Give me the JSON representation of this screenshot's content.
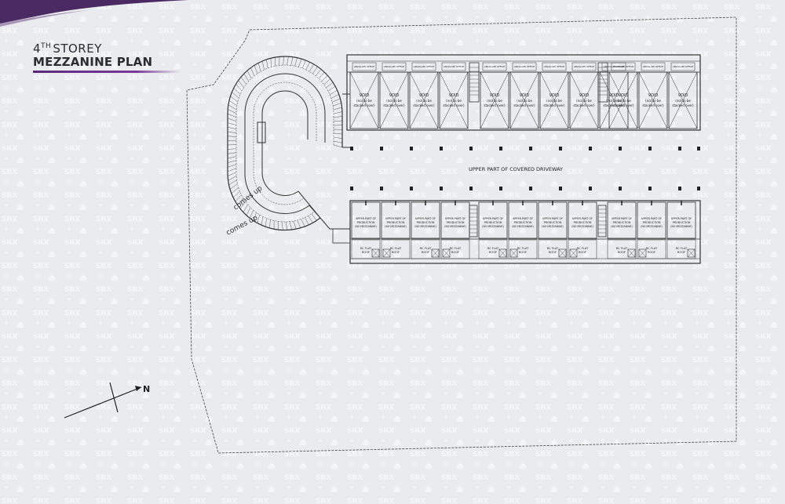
{
  "title": {
    "storey_number": "4",
    "storey_suffix": "TH",
    "storey_word": "STOREY",
    "plan_name": "MEZZANINE PLAN"
  },
  "watermark": {
    "text": "SRX"
  },
  "colors": {
    "accent": "#5e2a82",
    "line": "#333333",
    "background": "#e9ebee"
  },
  "plan": {
    "driveway_label": "UPPER PART OF COVERED DRIVEWAY",
    "void_label": "VOID",
    "void_note_1": "(not to be",
    "void_note_2": "stacked over)",
    "production_label_1": "UPPER PART OF",
    "production_label_2": "PRODUCTION",
    "production_label_3": "(NO MEZZANINE)",
    "rc_flat_roof_label": "RC FLAT",
    "rc_flat_roof_label_2": "ROOF",
    "office_label": "ANCILLARY OFFICE",
    "ramp_label": "comes up",
    "north_label": "N"
  }
}
